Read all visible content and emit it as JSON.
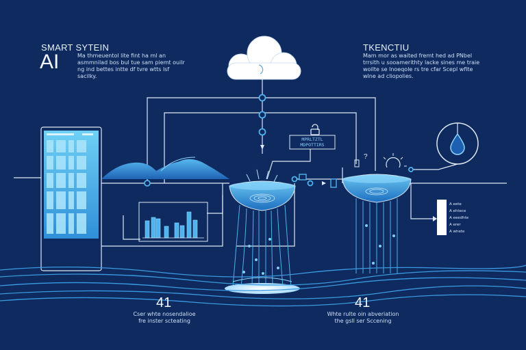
{
  "left_panel": {
    "heading": "SMART SYTEIN",
    "big_label": "AI",
    "paragraph": "Ma thmeuentol lite fint ha ml an asmmnilad bos bul tue sam piemt ouilr ng ind bettes intte df tvre wtts lsf sacilky."
  },
  "right_panel": {
    "heading": "TKENCTIU",
    "paragraph": "Mam mor as waited fremt hed ad PNbel trrsith u sooamerithty lacke sines me traie woilte se lnoeqole rs tre cfar Scepl wfite wlne ad cliopolies."
  },
  "center_box": {
    "line1": "MPRLTZTL",
    "line2": "MDPOTTIRS"
  },
  "bottom_left": {
    "number": "41",
    "caption_line1": "Cser whte nosendalioe",
    "caption_line2": "fre inster scteating"
  },
  "bottom_right": {
    "number": "41",
    "caption_line1": "Whte rulte oin abveriation",
    "caption_line2": "the gsll ser Sccening"
  },
  "legend_items": [
    "A eete",
    "A ehtece",
    "A eeedhte",
    "A erer",
    "A whete"
  ],
  "colors": {
    "background": "#0e2a5e",
    "line": "#dfe9f7",
    "accent": "#4fb3ee",
    "light_blue": "#7fd0f7"
  }
}
